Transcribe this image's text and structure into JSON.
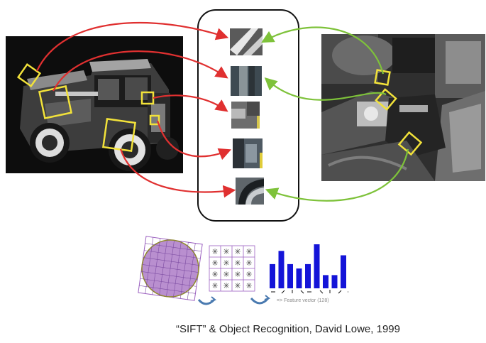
{
  "caption": "“SIFT” & Object Recognition, David Lowe, 1999",
  "feature_vector_label": "=> Feature vector (128)",
  "colors": {
    "match_left": "#e03030",
    "match_right": "#7ec23a",
    "keypoint_box": "#f2e23a",
    "histogram_bar": "#1414d8",
    "grid": "#9b5fc0"
  },
  "histogram": {
    "values": [
      0.55,
      0.85,
      0.55,
      0.45,
      0.55,
      1.0,
      0.3,
      0.3,
      0.75
    ]
  }
}
